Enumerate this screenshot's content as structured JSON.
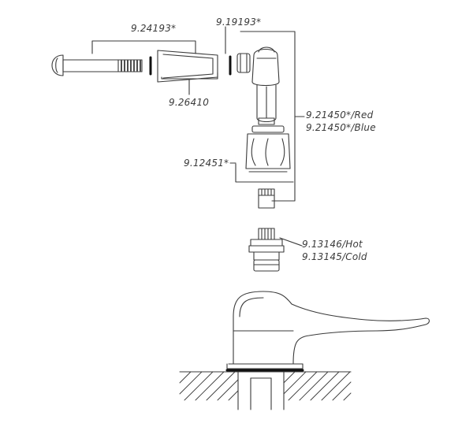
{
  "labels": {
    "p1": "9.24193*",
    "p2": "9.19193*",
    "p3": "9.26410",
    "p4a": "9.21450*/Red",
    "p4b": "9.21450*/Blue",
    "p5": "9.12451*",
    "p6a": "9.13146/Hot",
    "p6b": "9.13145/Cold"
  },
  "colors": {
    "ink": "#3a3a3a",
    "accent": "#111111"
  }
}
